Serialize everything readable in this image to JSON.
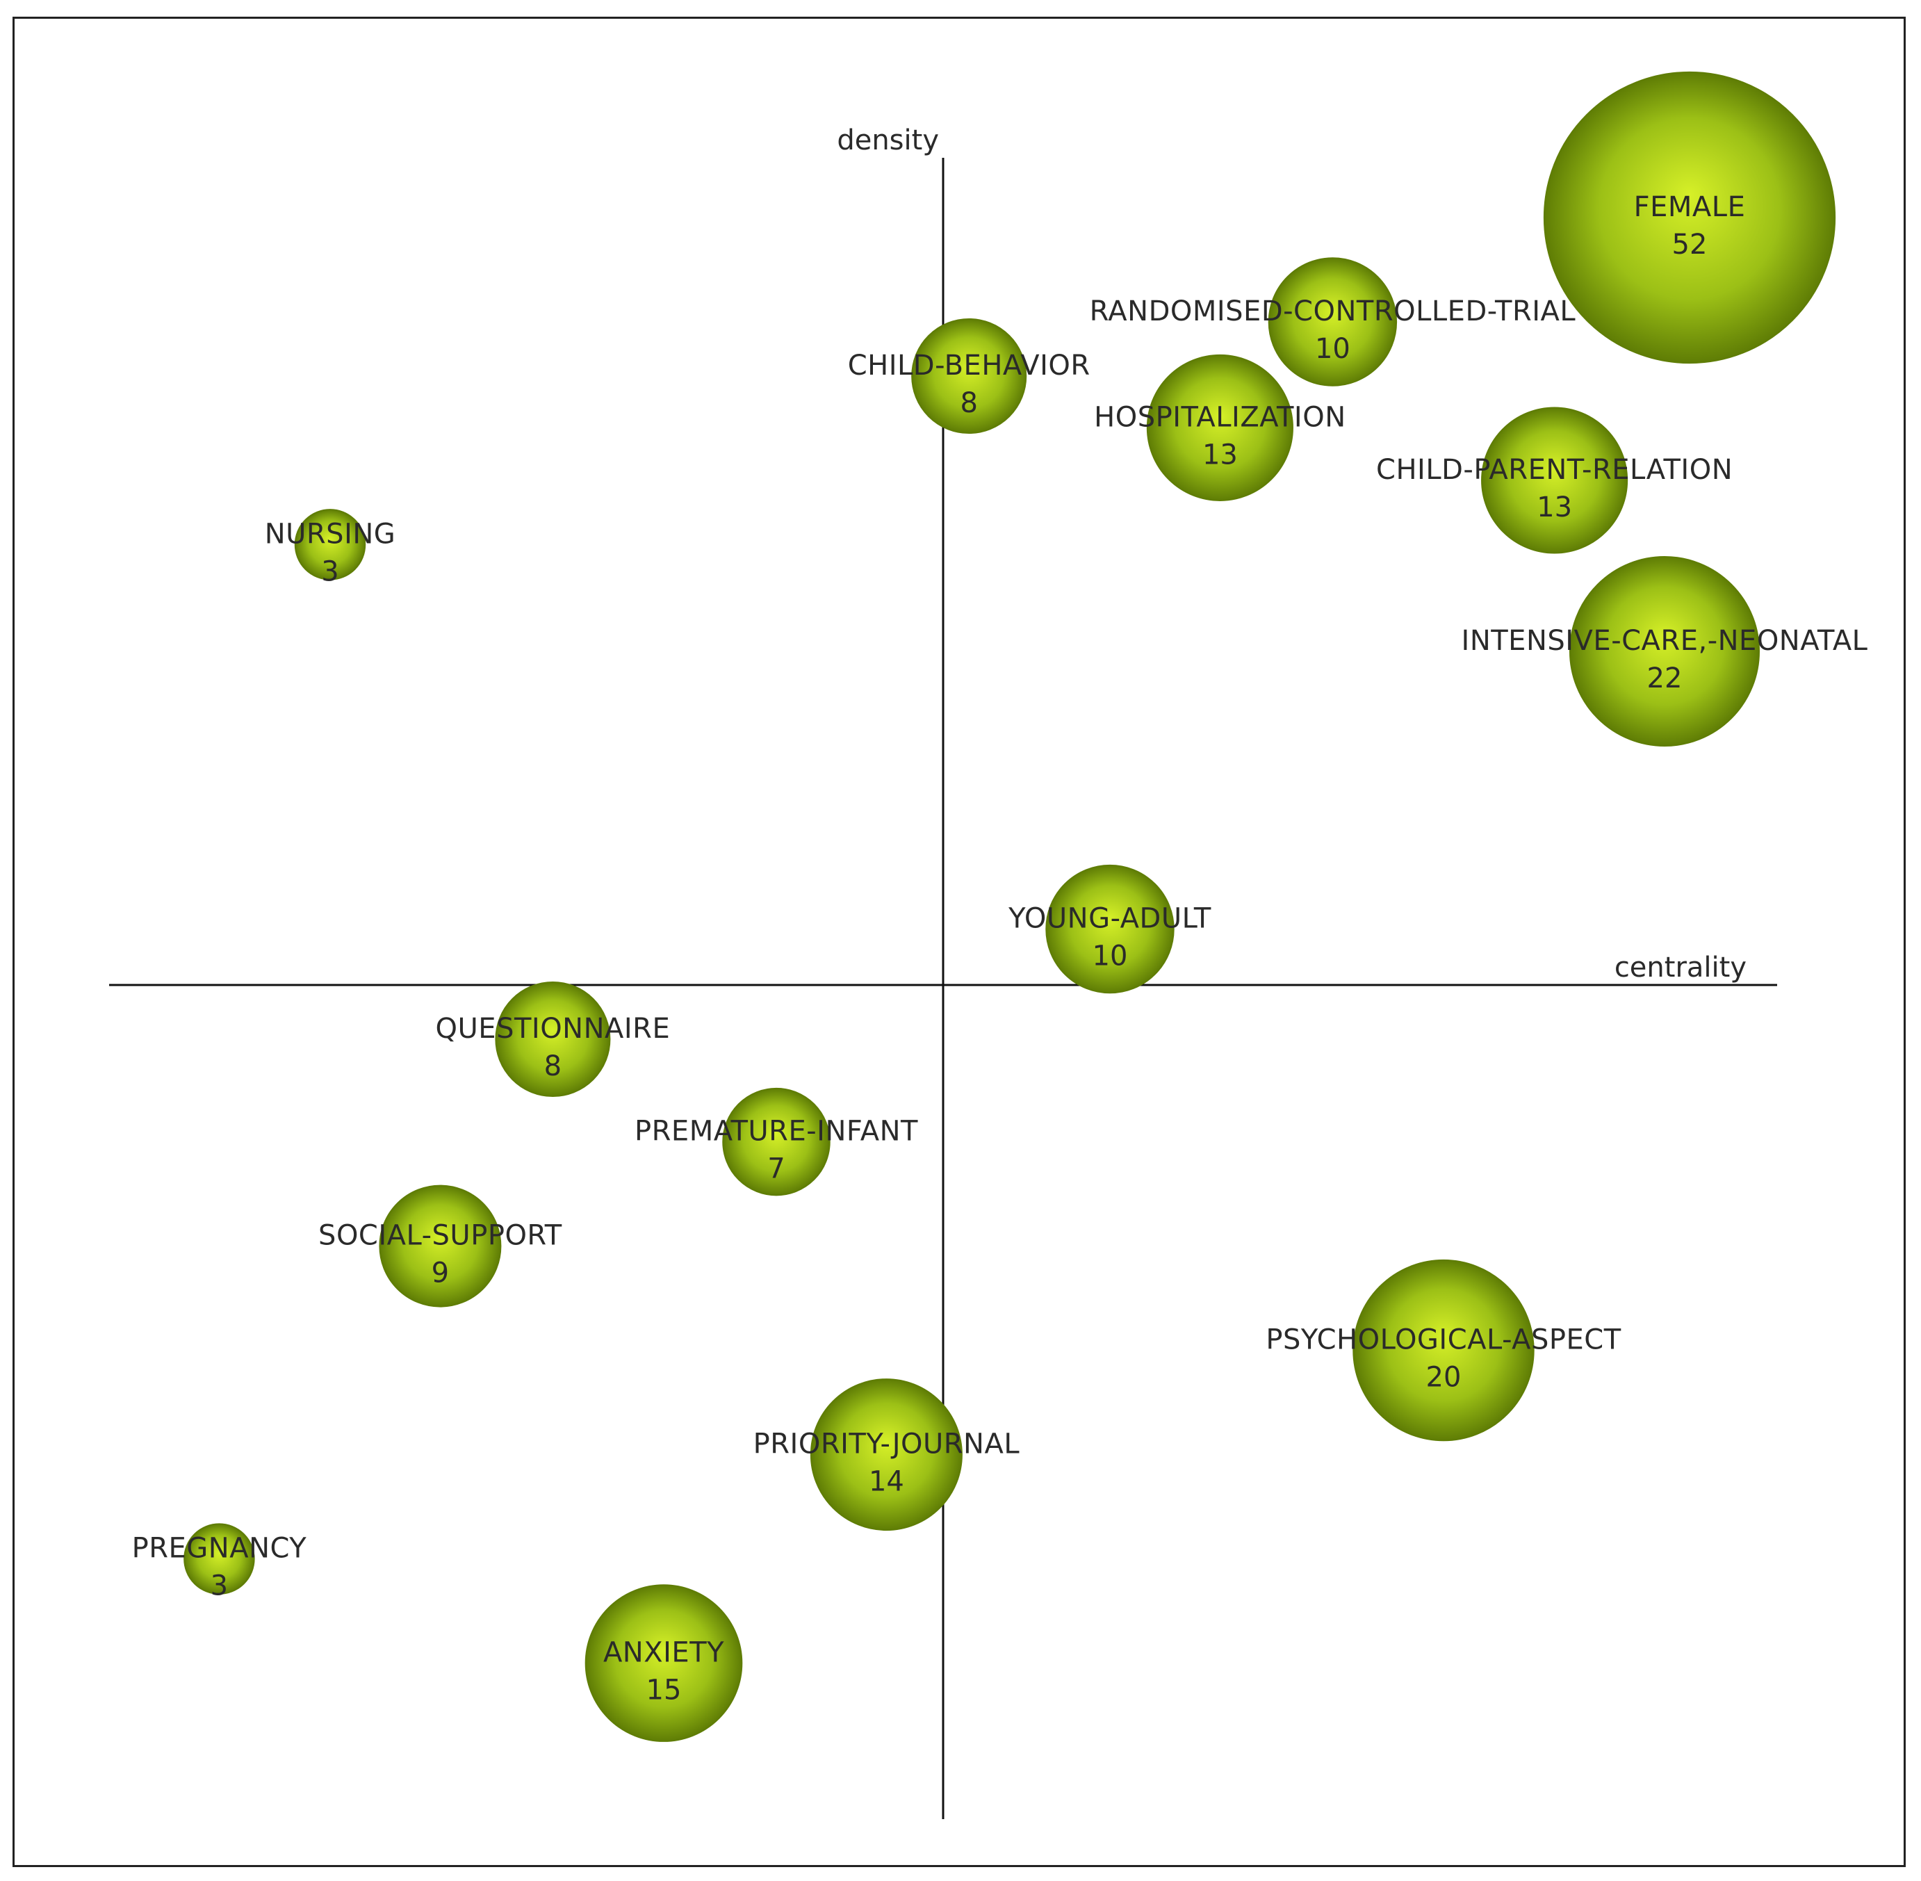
{
  "chart_data": {
    "type": "scatter",
    "subtype": "bubble",
    "title": "",
    "xlabel": "centrality",
    "ylabel": "density",
    "grid": false,
    "legend": "none",
    "bubble_color": "#9cc016",
    "bubble_dark": "#5f7d05",
    "bubble_light": "#d6f028",
    "points": [
      {
        "name": "FEMALE",
        "value": 52,
        "x": 0.895,
        "y": 0.92
      },
      {
        "name": "RANDOMISED-CONTROLLED-TRIAL",
        "value": 10,
        "x": 0.467,
        "y": 0.795
      },
      {
        "name": "CHILD-BEHAVIOR",
        "value": 8,
        "x": 0.031,
        "y": 0.73
      },
      {
        "name": "HOSPITALIZATION",
        "value": 13,
        "x": 0.332,
        "y": 0.668
      },
      {
        "name": "CHILD-PARENT-RELATION",
        "value": 13,
        "x": 0.733,
        "y": 0.605
      },
      {
        "name": "NURSING",
        "value": 3,
        "x": -0.735,
        "y": 0.528
      },
      {
        "name": "INTENSIVE-CARE,-NEONATAL",
        "value": 22,
        "x": 0.865,
        "y": 0.4
      },
      {
        "name": "YOUNG-ADULT",
        "value": 10,
        "x": 0.2,
        "y": 0.067
      },
      {
        "name": "QUESTIONNAIRE",
        "value": 8,
        "x": -0.468,
        "y": -0.065
      },
      {
        "name": "PREMATURE-INFANT",
        "value": 7,
        "x": -0.2,
        "y": -0.188
      },
      {
        "name": "SOCIAL-SUPPORT",
        "value": 9,
        "x": -0.603,
        "y": -0.313
      },
      {
        "name": "PSYCHOLOGICAL-ASPECT",
        "value": 20,
        "x": 0.6,
        "y": -0.438
      },
      {
        "name": "PRIORITY-JOURNAL",
        "value": 14,
        "x": -0.068,
        "y": -0.563
      },
      {
        "name": "PREGNANCY",
        "value": 3,
        "x": -0.868,
        "y": -0.688
      },
      {
        "name": "ANXIETY",
        "value": 15,
        "x": -0.335,
        "y": -0.813
      }
    ]
  }
}
